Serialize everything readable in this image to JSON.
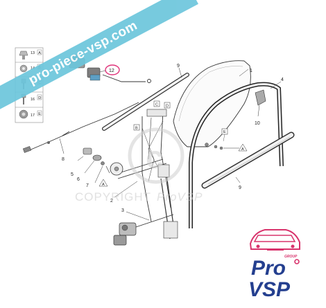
{
  "banner": {
    "text": "pro-piece-vsp.com"
  },
  "watermark": {
    "text": "COPYRIGHT",
    "brand": "ProVSP"
  },
  "callouts": {
    "c1": "1",
    "c2": "2",
    "c3": "3",
    "c4": "4",
    "c5": "5",
    "c6": "6",
    "c7": "7",
    "c8": "8",
    "c9a": "9",
    "c9b": "9",
    "c10": "10",
    "c12": "12",
    "cA1": "A",
    "cA2": "A",
    "cB": "B",
    "cC": "C",
    "cD": "D",
    "cE": "E"
  },
  "legend": [
    {
      "num": "13",
      "letter": "A"
    },
    {
      "num": "14",
      "letter": "B"
    },
    {
      "num": "15",
      "letter": "C"
    },
    {
      "num": "16",
      "letter": "D"
    },
    {
      "num": "17",
      "letter": "E"
    }
  ],
  "logo": {
    "group": "GROUP",
    "line1": "Pro",
    "line2": "VSP"
  },
  "colors": {
    "banner": "#6cc6dc",
    "highlight": "#e0337a",
    "logo_blue": "#243f8f",
    "logo_pink": "#d8336c"
  }
}
